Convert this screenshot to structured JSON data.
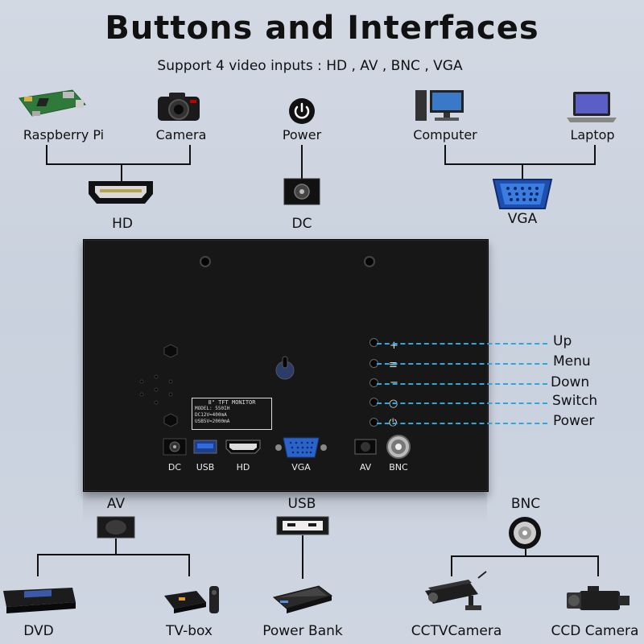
{
  "title": "Buttons and Interfaces",
  "subtitle": "Support 4 video inputs : HD , AV , BNC , VGA",
  "top_devices": {
    "raspberry_pi": "Raspberry Pi",
    "camera": "Camera",
    "power": "Power",
    "computer": "Computer",
    "laptop": "Laptop"
  },
  "top_connectors": {
    "hd": "HD",
    "dc": "DC",
    "vga": "VGA"
  },
  "monitor": {
    "label_line1": "8\" TFT MONITOR",
    "label_line2": "MODEL: 550IH",
    "label_line3": "DC12V=400mA",
    "label_line4": "USB5V=2000mA",
    "ports": [
      "DC",
      "USB",
      "HD",
      "VGA",
      "AV",
      "BNC"
    ],
    "button_glyphs": [
      "+",
      "≡",
      "−",
      "○",
      "⏻"
    ]
  },
  "side_buttons": [
    "Up",
    "Menu",
    "Down",
    "Switch",
    "Power"
  ],
  "bottom_connectors": {
    "av": "AV",
    "usb": "USB",
    "bnc": "BNC"
  },
  "bottom_devices": {
    "dvd": "DVD",
    "tv_box": "TV-box",
    "power_bank": "Power Bank",
    "cctv_camera": "CCTVCamera",
    "ccd_camera": "CCD Camera"
  },
  "colors": {
    "accent_line": "#2ea8d8",
    "monitor_body": "#171717",
    "vga_blue": "#2b63c8"
  }
}
